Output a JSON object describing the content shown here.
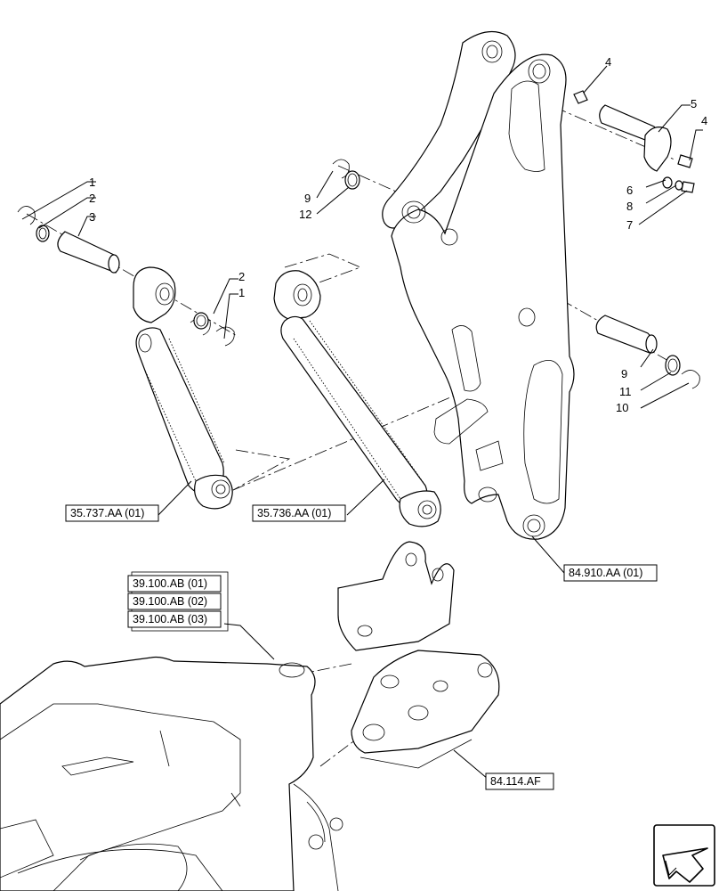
{
  "callouts": {
    "n1a": "1",
    "n2a": "2",
    "n3": "3",
    "n2b": "2",
    "n1b": "1",
    "n9a": "9",
    "n12": "12",
    "n4a": "4",
    "n5": "5",
    "n4b": "4",
    "n6": "6",
    "n8": "8",
    "n7": "7",
    "n9b": "9",
    "n11": "11",
    "n10": "10"
  },
  "references": {
    "cyl_left": "35.737.AA (01)",
    "cyl_right": "35.736.AA (01)",
    "arm": "84.910.AA (01)",
    "frame_1": "39.100.AB (01)",
    "frame_2": "39.100.AB (02)",
    "frame_3": "39.100.AB (03)",
    "bracket": "84.114.AF"
  },
  "icons": {
    "nav": "arrow-icon"
  }
}
